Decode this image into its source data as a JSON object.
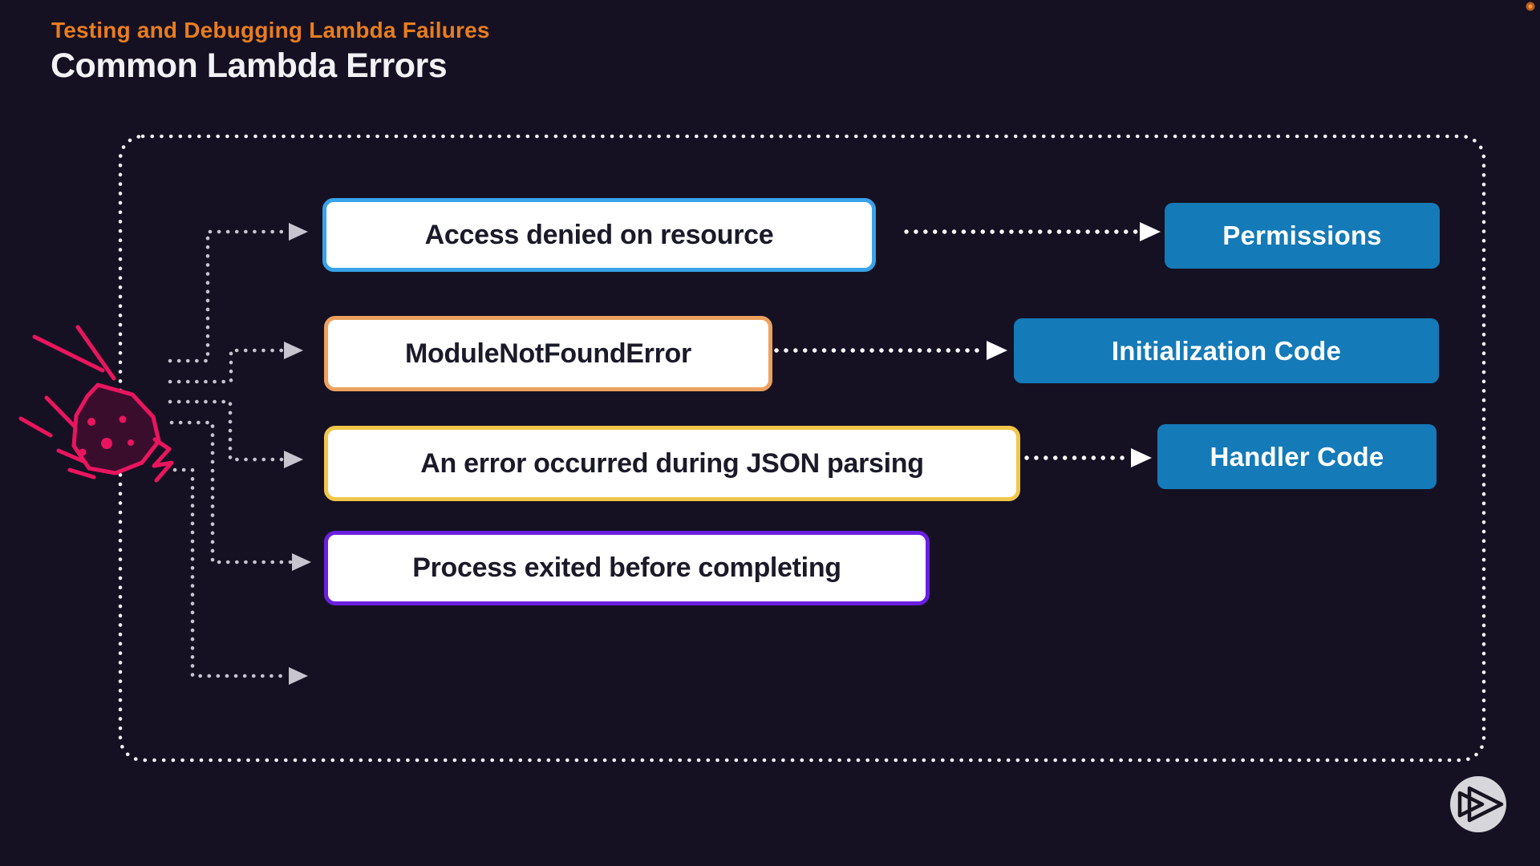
{
  "slide": {
    "eyebrow": "Testing and Debugging Lambda Failures",
    "title": "Common Lambda Errors"
  },
  "diagram": {
    "error_boxes": [
      {
        "label": "Access denied on resource",
        "border_color": "#38a3ea"
      },
      {
        "label": "ModuleNotFoundError",
        "border_color": "#eda15f"
      },
      {
        "label": "An error occurred during JSON parsing",
        "border_color": "#f2c64b"
      },
      {
        "label": "Process exited before completing",
        "border_color": "#6a20df"
      }
    ],
    "targets": [
      {
        "label": "Permissions"
      },
      {
        "label": "Initialization Code"
      },
      {
        "label": "Handler Code"
      }
    ]
  },
  "icons": {
    "meteor": "meteor-icon",
    "logo": "pluralsight-play-logo",
    "status_dot": "status-dot"
  },
  "colors": {
    "background": "#151122",
    "eyebrow_orange": "#e87d1e",
    "title_white": "#f2f2f5",
    "node_blue": "#147ab8",
    "box_text": "#1a1a29",
    "meteor_pink": "#ea155f",
    "meteor_fill": "#3b0d2d",
    "frame_dots": "#f2f0f5",
    "connector_gray": "#c7c4d0",
    "arrow_white": "#ffffff",
    "logo_circle": "#d7d6da",
    "status_dot_orange": "#ef9a3e"
  }
}
